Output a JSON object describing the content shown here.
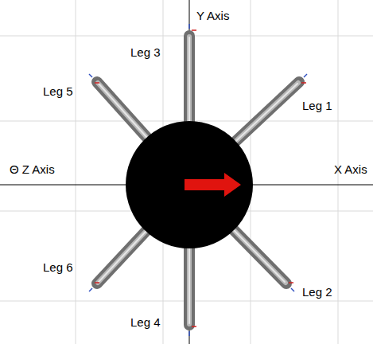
{
  "diagram": {
    "labels": [
      "Y Axis",
      "Leg 3",
      "Leg 5",
      "Leg 1",
      "Θ Z Axis",
      "X Axis",
      "Leg 6",
      "Leg 2",
      "Leg 4"
    ]
  }
}
